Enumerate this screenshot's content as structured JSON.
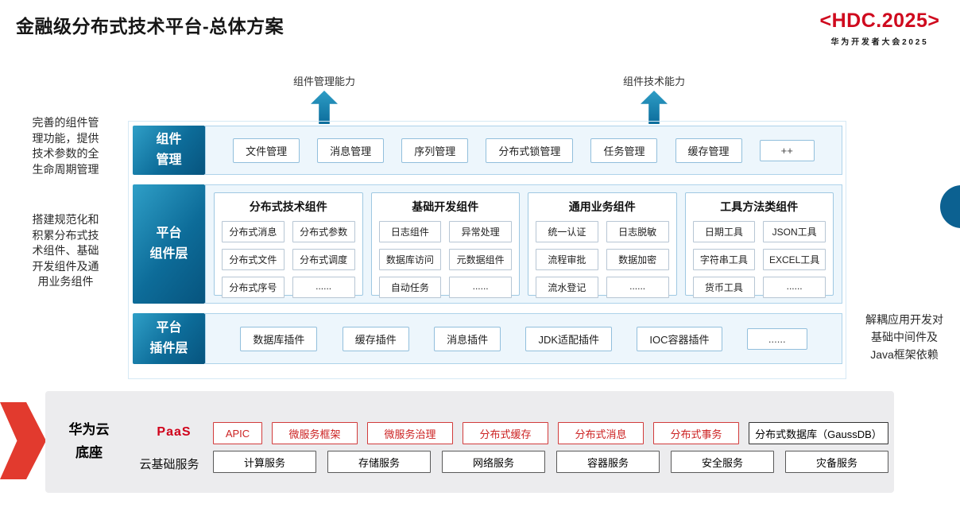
{
  "header": {
    "title": "金融级分布式技术平台-总体方案",
    "logo_main": "<HDC.2025>",
    "logo_sub": "华为开发者大会2025"
  },
  "capability_arrows": [
    {
      "label": "组件管理能力"
    },
    {
      "label": "组件技术能力"
    }
  ],
  "side_notes": {
    "left_top": "完善的组件管\n理功能，提供\n技术参数的全\n生命周期管理",
    "left_middle": "搭建规范化和\n积累分布式技\n术组件、基础\n开发组件及通\n用业务组件",
    "right": "解耦应用开发对\n基础中间件及\nJava框架依赖"
  },
  "layers": {
    "component_management": {
      "label": "组件\n管理",
      "items": [
        "文件管理",
        "消息管理",
        "序列管理",
        "分布式锁管理",
        "任务管理",
        "缓存管理",
        "++"
      ]
    },
    "platform_components": {
      "label": "平台\n组件层",
      "groups": [
        {
          "title": "分布式技术组件",
          "items": [
            "分布式消息",
            "分布式参数",
            "分布式文件",
            "分布式调度",
            "分布式序号",
            "......"
          ]
        },
        {
          "title": "基础开发组件",
          "items": [
            "日志组件",
            "异常处理",
            "数据库访问",
            "元数据组件",
            "自动任务",
            "......"
          ]
        },
        {
          "title": "通用业务组件",
          "items": [
            "统一认证",
            "日志脱敏",
            "流程审批",
            "数据加密",
            "流水登记",
            "......"
          ]
        },
        {
          "title": "工具方法类组件",
          "items": [
            "日期工具",
            "JSON工具",
            "字符串工具",
            "EXCEL工具",
            "货币工具",
            "......"
          ]
        }
      ]
    },
    "platform_plugins": {
      "label": "平台\n插件层",
      "items": [
        "数据库插件",
        "缓存插件",
        "消息插件",
        "JDK适配插件",
        "IOC容器插件",
        "......"
      ]
    }
  },
  "foundation": {
    "label": "华为云\n底座",
    "paas_label": "PaaS",
    "paas_items": [
      "APIC",
      "微服务框架",
      "微服务治理",
      "分布式缓存",
      "分布式消息",
      "分布式事务"
    ],
    "paas_db_item": "分布式数据库（GaussDB）",
    "iaas_label": "云基础服务",
    "iaas_items": [
      "计算服务",
      "存储服务",
      "网络服务",
      "容器服务",
      "安全服务",
      "灾备服务"
    ]
  },
  "icons": {
    "capability_arrow": "up-block-arrow",
    "foundation_pointer": "right-red-chevron",
    "edge_decoration": "blue-circle"
  },
  "colors": {
    "brand_blue": "#0d6a97",
    "layer_bg": "#edf6fc",
    "logo_red": "#cf0a1e",
    "paas_red": "#d0021b",
    "foundation_gray": "#ececee"
  }
}
